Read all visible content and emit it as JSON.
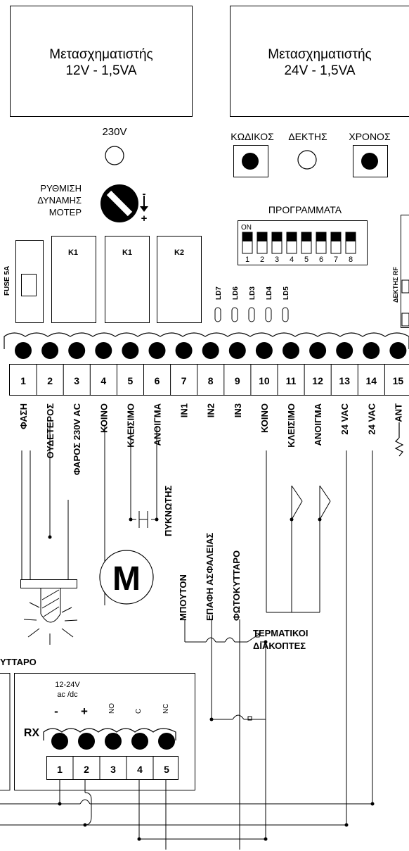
{
  "transformers": {
    "left": {
      "title": "Μετασχηματιστής",
      "spec": "12V - 1,5VA"
    },
    "right": {
      "title": "Μετασχηματιστής",
      "spec": "24V - 1,5VA"
    }
  },
  "indicators": {
    "v230": "230V",
    "code": "ΚΩΔΙΚΟΣ",
    "receiver": "ΔΕΚΤΗΣ",
    "time": "ΧΡΟΝΟΣ"
  },
  "motor_power": {
    "line1": "ΡΥΘΜΙΣΗ",
    "line2": "ΔΥΝΑΜΗΣ",
    "line3": "ΜΟΤΕΡ",
    "minus": "-",
    "plus": "+"
  },
  "programs": {
    "title": "ΠΡΟΓΡΑΜΜΑΤΑ",
    "on": "ON",
    "switches": [
      "1",
      "2",
      "3",
      "4",
      "5",
      "6",
      "7",
      "8"
    ]
  },
  "rf_receiver_label": "ΔΕΚΤΗΣ RF",
  "fuse": "FUSE 5A",
  "relays": [
    "K1",
    "K1",
    "K2"
  ],
  "leds": [
    "LD7",
    "LD6",
    "LD3",
    "LD4",
    "LD5"
  ],
  "terminals": [
    "1",
    "2",
    "3",
    "4",
    "5",
    "6",
    "7",
    "8",
    "9",
    "10",
    "11",
    "12",
    "13",
    "14",
    "15"
  ],
  "terminal_labels": [
    "ΦΑΣΗ",
    "ΟΥΔΕΤΕΡΟΣ",
    "ΦΑΡΟΣ 230V AC",
    "ΚΟΙΝΟ",
    "ΚΛΕΙΣΙΜΟ",
    "ΑΝΟΙΓΜΑ",
    "IN1",
    "IN2",
    "IN3",
    "ΚΟΙΝΟ",
    "ΚΛΕΙΣΙΜΟ",
    "ΑΝΟΙΓΜΑ",
    "24 VAC",
    "24 VAC",
    "ANT"
  ],
  "components": {
    "capacitor": "ΠΥΚΝΩΤΗΣ",
    "motor": "M",
    "button": "ΜΠΟΥΤΟΝ",
    "safety_contact": "ΕΠΑΦΗ ΑΣΦΑΛΕΙΑΣ",
    "photocell": "ΦΩΤΟΚΥΤΤΑΡΟ",
    "limit_switches_line1": "ΤΕΡΜΑΤΙΚΟΙ",
    "limit_switches_line2": "ΔΙΑΚΟΠΤΕΣ",
    "photocell_partial": "ΥΤΤΑΡΟ"
  },
  "rx": {
    "label": "RX",
    "supply_line1": "12-24V",
    "supply_line2": "ac /dc",
    "minus": "-",
    "plus": "+",
    "no": "NO",
    "c": "C",
    "nc": "NC",
    "terminals": [
      "1",
      "2",
      "3",
      "4",
      "5"
    ]
  }
}
